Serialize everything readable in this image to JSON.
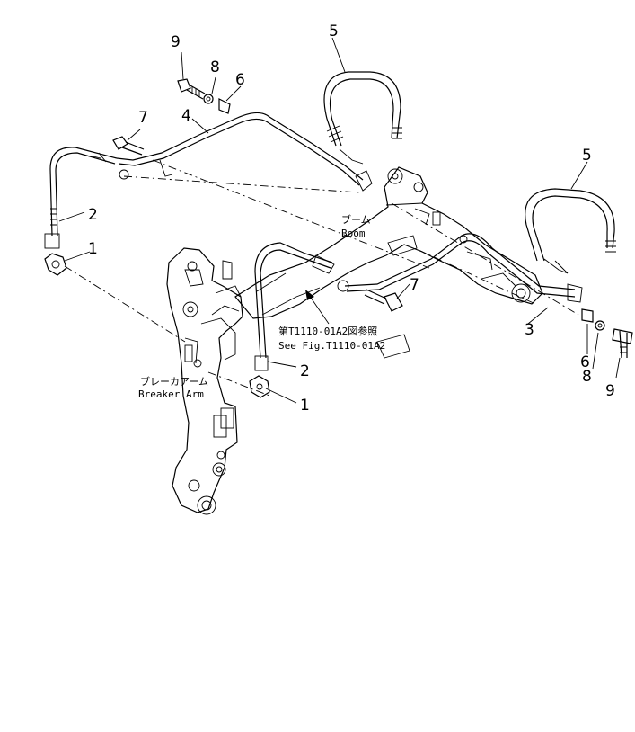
{
  "callouts": {
    "c1a": "1",
    "c1b": "1",
    "c2a": "2",
    "c2b": "2",
    "c3": "3",
    "c4": "4",
    "c5a": "5",
    "c5b": "5",
    "c6a": "6",
    "c6b": "6",
    "c7a": "7",
    "c7b": "7",
    "c8a": "8",
    "c8b": "8",
    "c9a": "9",
    "c9b": "9"
  },
  "labels": {
    "boom_jp": "ブーム",
    "boom_en": "Boom",
    "breaker_jp": "ブレーカアーム",
    "breaker_en": "Breaker Arm",
    "ref_jp": "第T1110-01A2図参照",
    "ref_en": "See Fig.T1110-01A2"
  }
}
